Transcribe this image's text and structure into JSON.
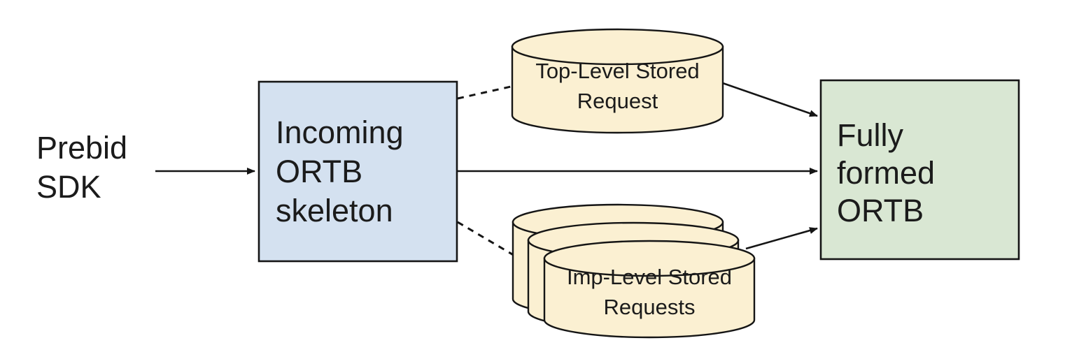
{
  "colors": {
    "box_blue": "#d4e1f0",
    "box_green": "#d9e7d3",
    "cylinder_fill": "#fbf0d2",
    "line": "#151515",
    "text": "#1b1b1b",
    "background": "#ffffff"
  },
  "nodes": {
    "prebid_sdk": {
      "type": "text",
      "lines": [
        "Prebid",
        "SDK"
      ]
    },
    "incoming_ortb": {
      "type": "box",
      "lines": [
        "Incoming",
        "ORTB",
        "skeleton"
      ]
    },
    "top_level_stored_request": {
      "type": "cylinder",
      "lines": [
        "Top-Level Stored",
        "Request"
      ]
    },
    "imp_level_stored_requests": {
      "type": "cylinder-stack",
      "count": 3,
      "lines": [
        "Imp-Level Stored",
        "Requests"
      ]
    },
    "fully_formed_ortb": {
      "type": "box",
      "lines": [
        "Fully",
        "formed",
        "ORTB"
      ]
    }
  },
  "edges": [
    {
      "from": "prebid_sdk",
      "to": "incoming_ortb",
      "style": "solid",
      "arrow": true
    },
    {
      "from": "incoming_ortb",
      "to": "top_level_stored_request",
      "style": "dashed",
      "arrow": false
    },
    {
      "from": "incoming_ortb",
      "to": "fully_formed_ortb",
      "style": "solid",
      "arrow": true
    },
    {
      "from": "incoming_ortb",
      "to": "imp_level_stored_requests",
      "style": "dashed",
      "arrow": false
    },
    {
      "from": "top_level_stored_request",
      "to": "fully_formed_ortb",
      "style": "solid",
      "arrow": true
    },
    {
      "from": "imp_level_stored_requests",
      "to": "fully_formed_ortb",
      "style": "solid",
      "arrow": true
    }
  ]
}
